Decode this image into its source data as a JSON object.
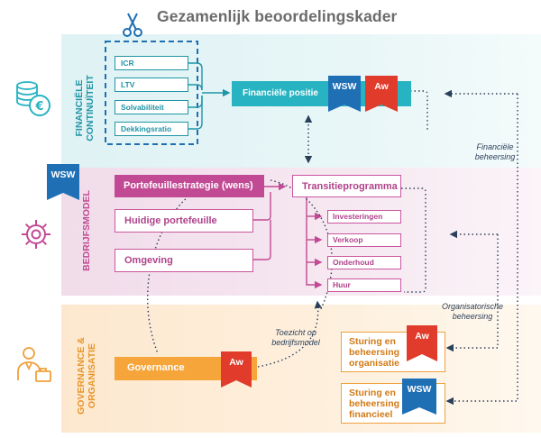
{
  "title": "Gezamenlijk beoordelingskader",
  "sections": {
    "financial": "FINANCIËLE CONTINUÏTEIT",
    "business": "BEDRIJFSMODEL",
    "governance": "GOVERNANCE & ORGANISATIE"
  },
  "ratios": [
    "ICR",
    "LTV",
    "Solvabiliteit",
    "Dekkingsratio"
  ],
  "financial_position": "Financiële positie",
  "badges": {
    "wsw": "WSW",
    "aw": "Aw"
  },
  "business_model": {
    "strategy": "Portefeuillestrategie (wens)",
    "current": "Huidige portefeuille",
    "environment": "Omgeving",
    "transition": "Transitieprogramma",
    "sub": [
      "Investeringen",
      "Verkoop",
      "Onderhoud",
      "Huur"
    ]
  },
  "governance": {
    "label": "Governance",
    "steering_org": "Sturing en beheersing organisatie",
    "steering_fin": "Sturing en beheersing financieel",
    "steering_org_lines": [
      "Sturing en",
      "beheersing",
      "organisatie"
    ],
    "steering_fin_lines": [
      "Sturing en",
      "beheersing",
      "financieel"
    ]
  },
  "notes": {
    "financial_control": "Financiële beheersing",
    "organisational_control": "Organisatorische beheersing",
    "supervision": "Toezicht op bedrijfsmodel"
  },
  "notes_lines": {
    "financial_control": [
      "Financiële",
      "beheersing"
    ],
    "organisational_control": [
      "Organisatorische",
      "beheersing"
    ],
    "supervision": [
      "Toezicht op",
      "bedrijfsmodel"
    ]
  },
  "colors": {
    "teal": "#27b3c2",
    "magenta": "#c24a94",
    "orange": "#f6a53a",
    "wsw_blue": "#1f6fb5",
    "aw_red": "#e03b2b",
    "navy": "#2a3f5a"
  },
  "icons": [
    "coins-euro-icon",
    "gear-icon",
    "person-briefcase-icon",
    "scissors-icon"
  ]
}
